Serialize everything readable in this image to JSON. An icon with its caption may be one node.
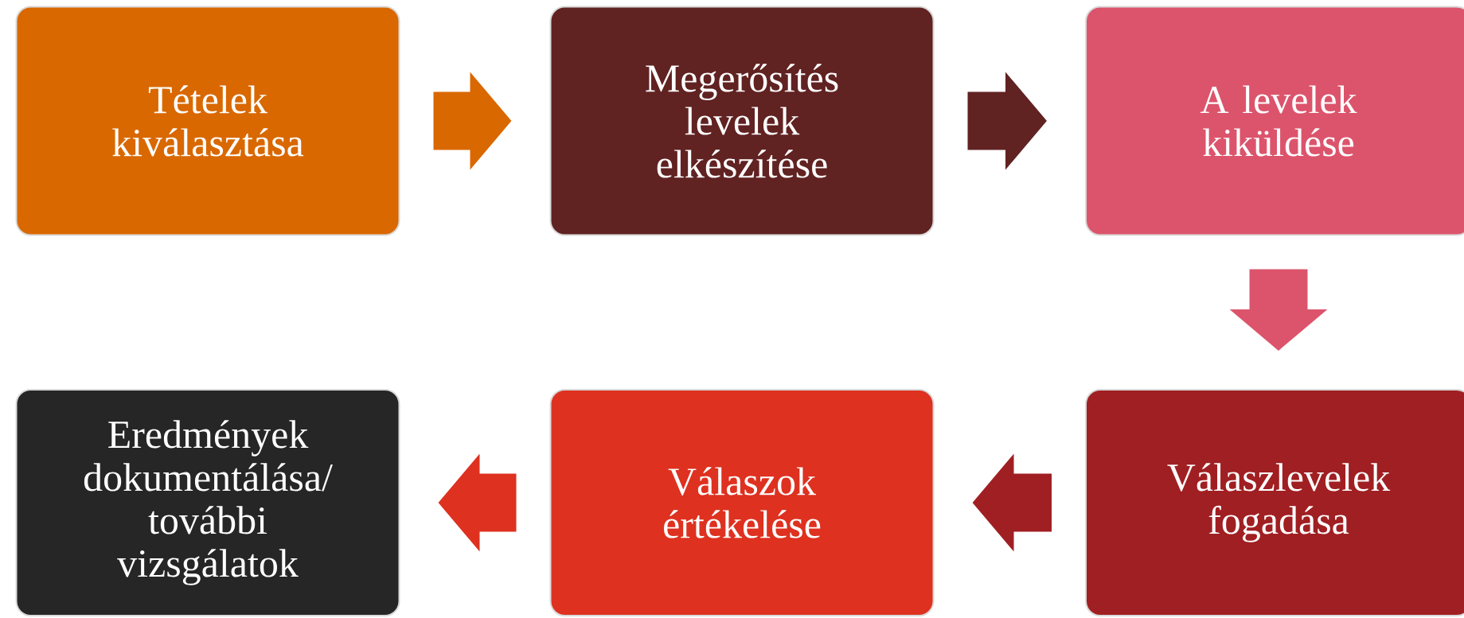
{
  "diagram": {
    "nodes": [
      {
        "text": [
          "Tételek kiválasztása"
        ]
      },
      {
        "text": [
          "Megerősítés levelek elkészítése"
        ]
      },
      {
        "text": [
          "A levelek kiküldése"
        ]
      },
      {
        "text": [
          "Eredmények dokumentálása/ további vizsgálatok"
        ]
      },
      {
        "text": [
          "Válaszok értékelése"
        ]
      },
      {
        "text": [
          "Válaszlevelek fogadása"
        ]
      }
    ],
    "edges": [
      {
        "from": 0,
        "to": 1,
        "arrow": "to",
        "color": "#d96800"
      },
      {
        "from": 1,
        "to": 2,
        "arrow": "to",
        "color": "#612222"
      },
      {
        "from": 2,
        "to": 5,
        "arrow": "to",
        "color": "#dc546c"
      },
      {
        "from": 5,
        "to": 4,
        "arrow": "to",
        "color": "#a01f22"
      },
      {
        "from": 4,
        "to": 3,
        "arrow": "to",
        "color": "#de3120"
      }
    ]
  }
}
